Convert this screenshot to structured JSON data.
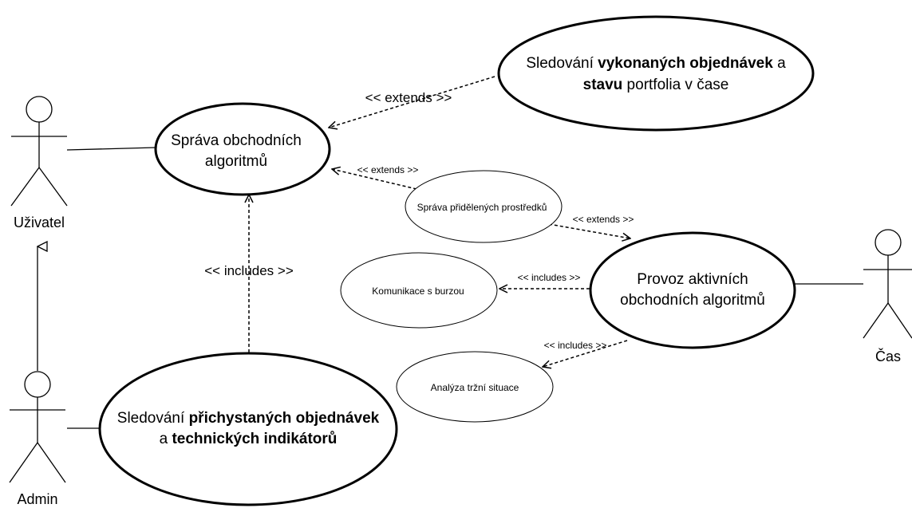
{
  "actors": {
    "user": "Uživatel",
    "admin": "Admin",
    "time": "Čas"
  },
  "use_cases": {
    "manage_algorithms": {
      "line1": "Správa obchodních",
      "line2": "algoritmů"
    },
    "track_executed": {
      "l1_a": "Sledování ",
      "l1_b": "vykonaných objednávek",
      "l1_c": " a",
      "l2_a": "stavu",
      "l2_b": " portfolia v čase"
    },
    "manage_resources": "Správa přidělených prostředků",
    "run_algorithms": {
      "line1": "Provoz aktivních",
      "line2": "obchodních algoritmů"
    },
    "exchange_comm": "Komunikace s burzou",
    "market_analysis": "Analýza tržní situace",
    "track_prepared": {
      "l1_a": "Sledování ",
      "l1_b": "přichystaných objednávek",
      "l2_a": "a ",
      "l2_b": "technických indikátorů"
    }
  },
  "relations": {
    "extends_main": "<< extends >>",
    "extends_resources": "<< extends >>",
    "extends_run": "<< extends >>",
    "includes_main": "<< includes >>",
    "includes_exchange": "<< includes >>",
    "includes_analysis": "<< includes >>"
  }
}
